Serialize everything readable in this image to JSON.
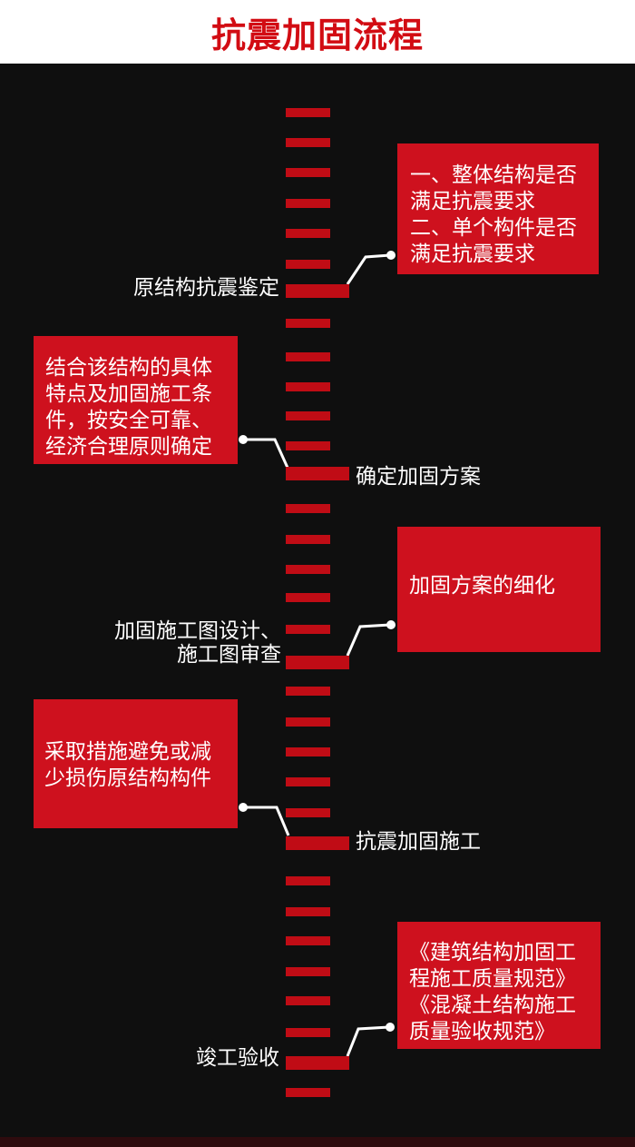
{
  "title": "抗震加固流程",
  "colors": {
    "background": "#0f0f0f",
    "header_bg": "#ffffff",
    "title_red": "#d20c13",
    "dash_red": "#c00c15",
    "callout_red": "#ce111e",
    "text_white": "#ffffff"
  },
  "steps": [
    {
      "label": "原结构抗震鉴定"
    },
    {
      "label": "确定加固方案"
    },
    {
      "label": "加固施工图设计、\n施工图审查"
    },
    {
      "label": "抗震加固施工"
    },
    {
      "label": "竣工验收"
    }
  ],
  "callouts": [
    {
      "text": "一、整体结构是否\n满足抗震要求\n二、单个构件是否\n满足抗震要求"
    },
    {
      "text": "结合该结构的具体\n特点及加固施工条\n件，按安全可靠、\n经济合理原则确定"
    },
    {
      "text": "加固方案的细化"
    },
    {
      "text": "采取措施避免或减\n少损伤原结构构件"
    },
    {
      "text": "《建筑结构加固工\n程施工质量规范》\n《混凝土结构施工\n质量验收规范》"
    }
  ]
}
